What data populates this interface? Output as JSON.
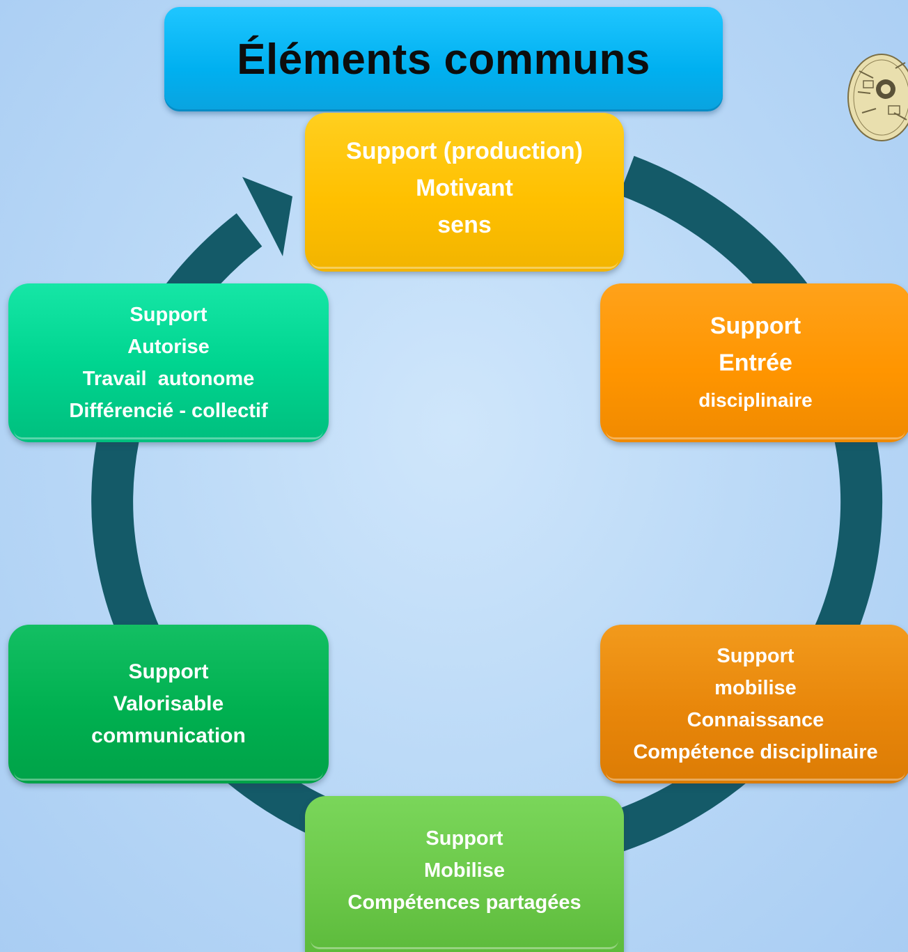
{
  "title": "Éléments communs",
  "cards": {
    "top": {
      "line1": "Support (production)",
      "line2": "Motivant",
      "line3": "sens",
      "color": "#FFC000"
    },
    "right_top": {
      "line1": "Support",
      "line2": "Entrée",
      "line3": "disciplinaire",
      "color": "#FF9500"
    },
    "right_bottom": {
      "line1": "Support",
      "line2": "mobilise",
      "line3": "Connaissance",
      "line4": "Compétence disciplinaire",
      "color": "#E8860A"
    },
    "bottom": {
      "line1": "Support",
      "line2": "Mobilise",
      "line3": "Compétences partagées",
      "color": "#6CC94A"
    },
    "left_bottom": {
      "line1": "Support",
      "line2": "Valorisable",
      "line3": "communication",
      "color": "#00B050"
    },
    "left_top": {
      "line1": "Support",
      "line2": "Autorise",
      "line3": "Travail  autonome",
      "line4": "Différencié - collectif",
      "color": "#00D590"
    }
  },
  "colors": {
    "title_background": "#00B0F0",
    "cycle_arrow": "#145A68",
    "background": "#BCDAF7"
  },
  "decorative_image": "beige-drawing-thumbnail"
}
